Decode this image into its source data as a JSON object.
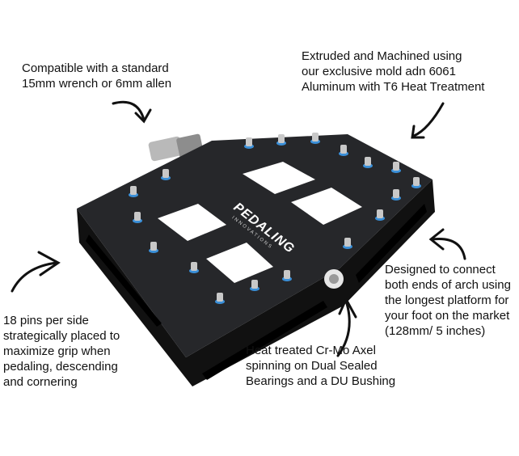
{
  "captions": {
    "wrench": "Compatible with a standard\n15mm wrench or 6mm allen",
    "material": "Extruded and Machined using\nour exclusive mold adn 6061\nAluminum with T6 Heat Treatment",
    "pins": "18 pins per side\nstrategically placed to\nmaximize grip when\npedaling, descending\nand cornering",
    "platform": "Designed to connect\nboth ends of arch using\nthe longest platform for\nyour foot on the market\n(128mm/ 5 inches)",
    "axle": "Heat treated Cr-Mo Axel\nspinning on Dual Sealed\nBearings and a DU Bushing"
  },
  "logo": {
    "brand": "PEDALING",
    "sub": "INNOVATIONS"
  },
  "colors": {
    "pedal": "#1c1c1e",
    "pin_accent": "#3a8fd8",
    "arrow": "#111111"
  }
}
